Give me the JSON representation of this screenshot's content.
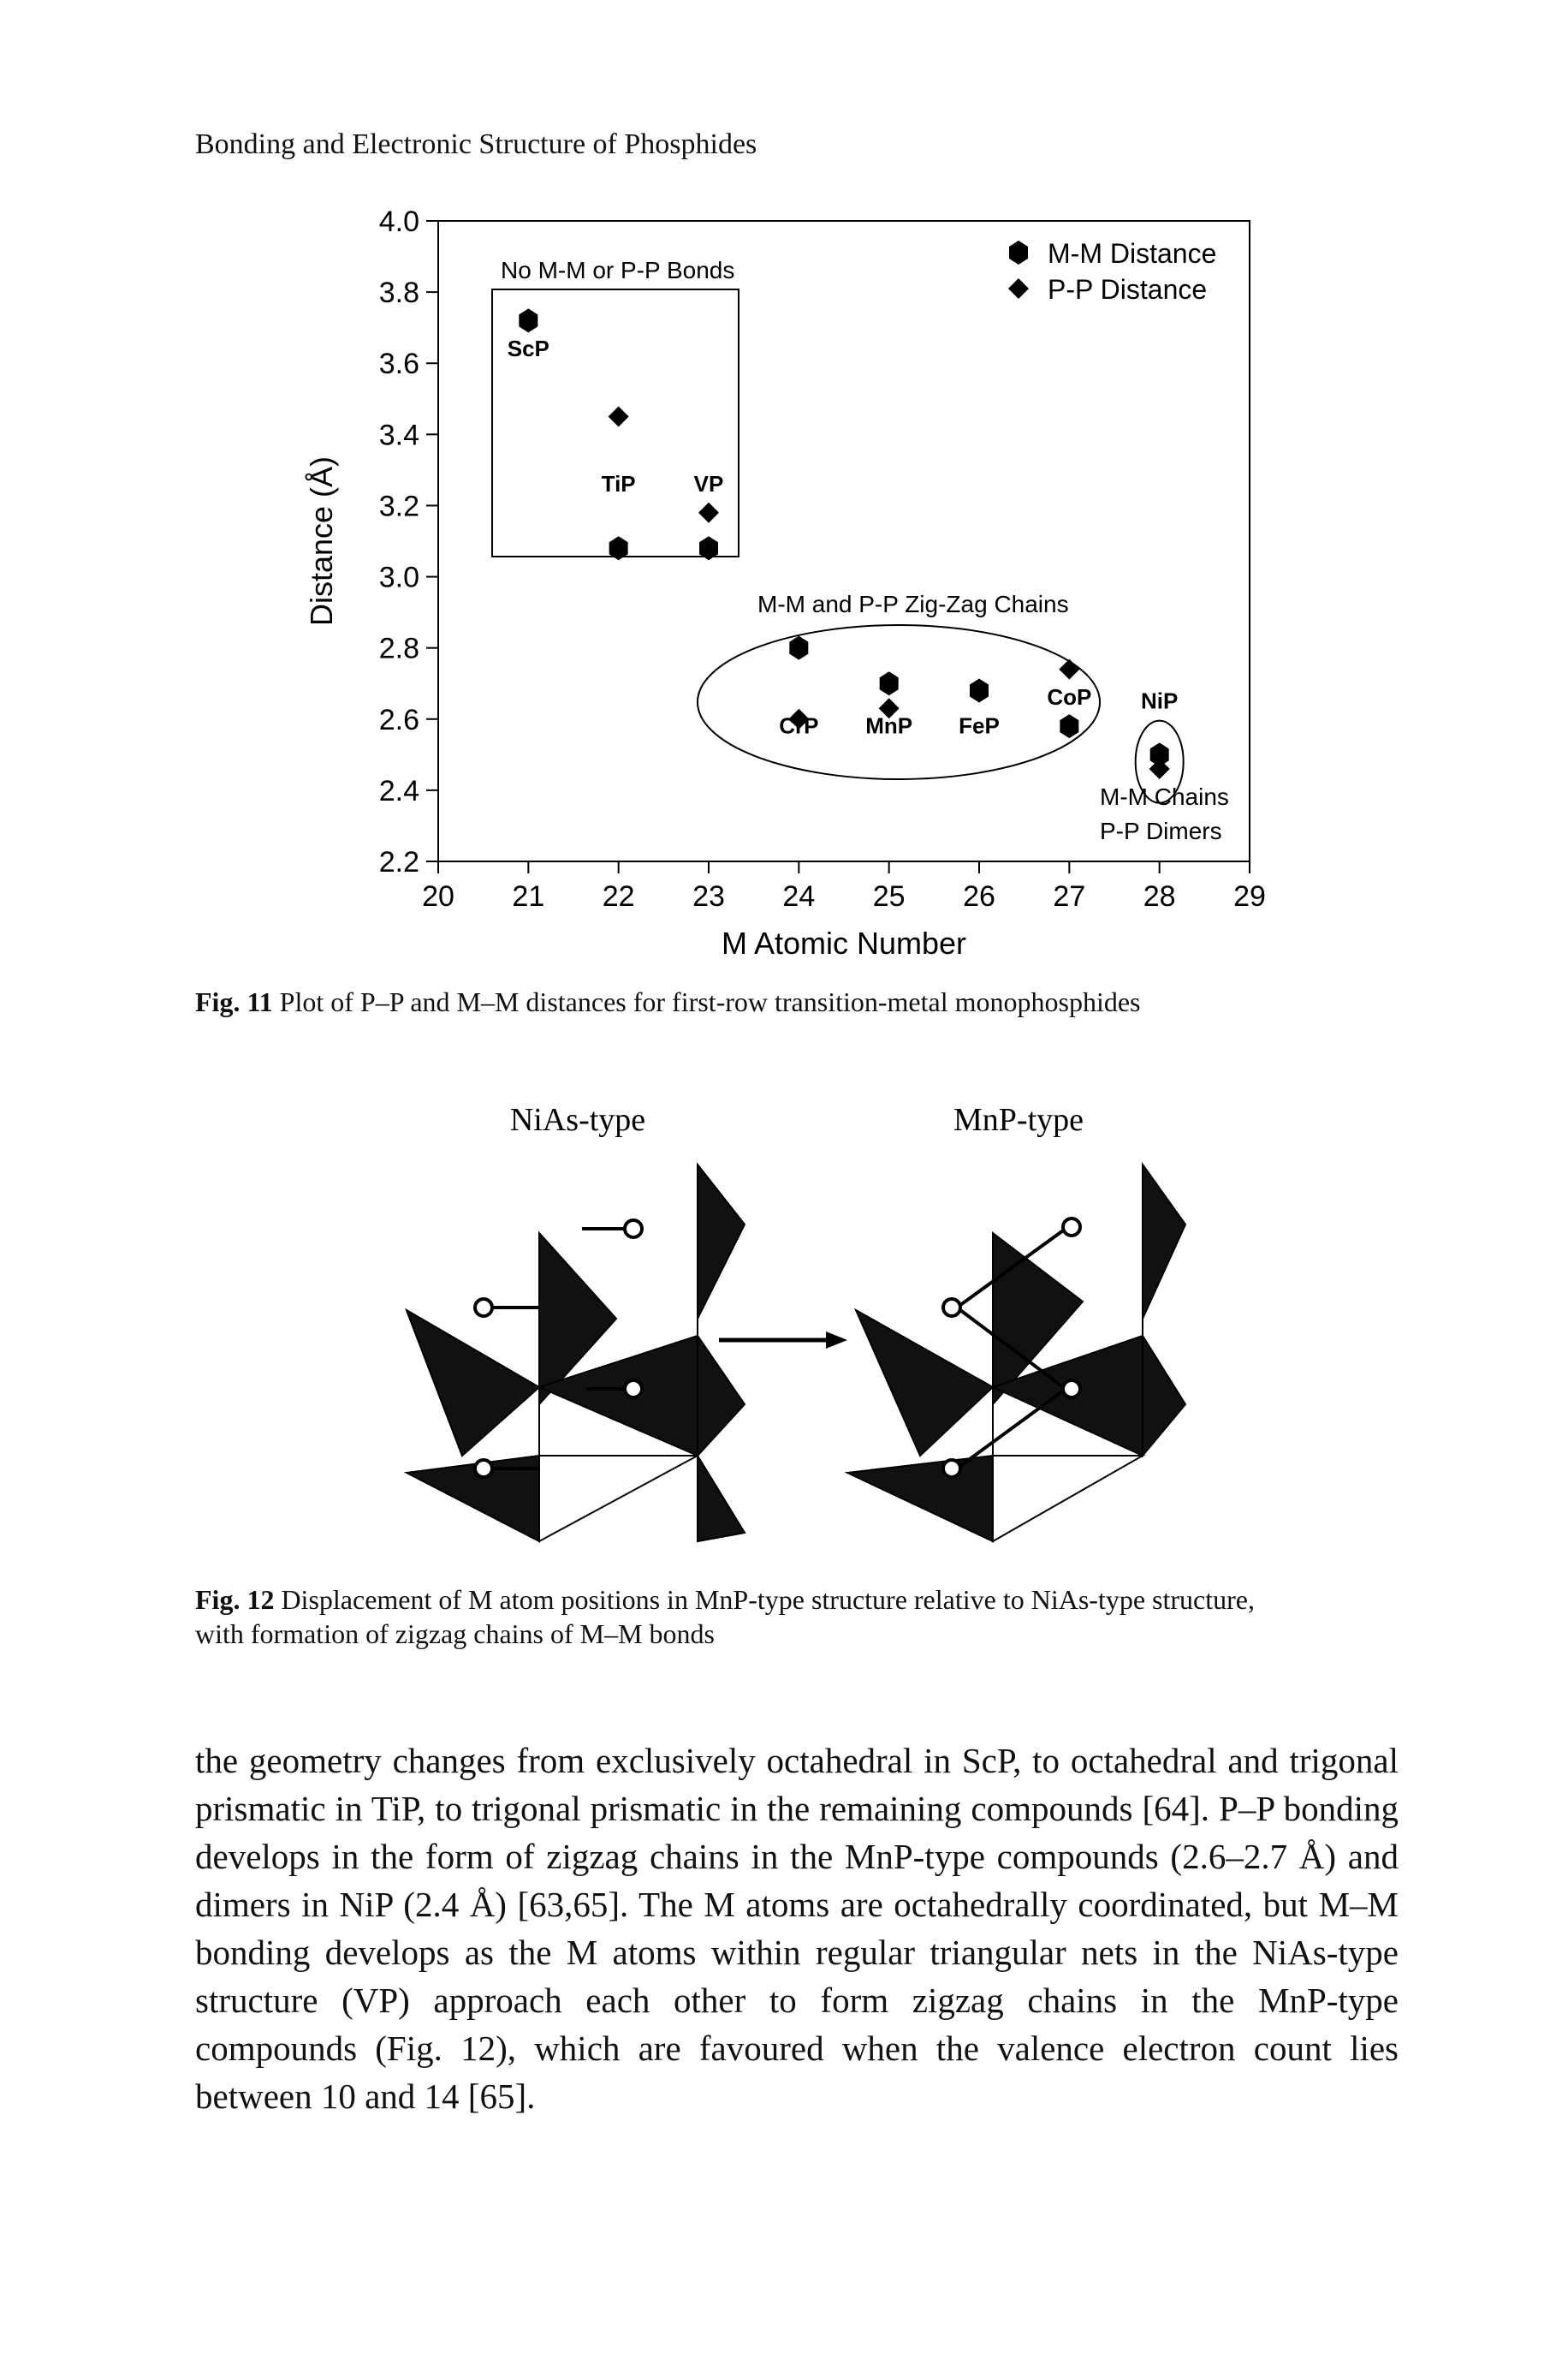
{
  "running_head": "Bonding and Electronic Structure of Phosphides",
  "fig11": {
    "caption_label": "Fig. 11",
    "caption_text": "Plot of P–P and M–M distances for first-row transition-metal monophosphides",
    "chart_data": {
      "type": "scatter",
      "xlabel": "M Atomic Number",
      "ylabel": "Distance (Å)",
      "xlim": [
        20,
        29
      ],
      "ylim": [
        2.2,
        4.0
      ],
      "xticks": [
        "20",
        "21",
        "22",
        "23",
        "24",
        "25",
        "26",
        "27",
        "28",
        "29"
      ],
      "yticks": [
        "2.2",
        "2.4",
        "2.6",
        "2.8",
        "3.0",
        "3.2",
        "3.4",
        "3.6",
        "3.8",
        "4.0"
      ],
      "legend": [
        "M-M Distance",
        "P-P Distance"
      ],
      "legend_position": "top-right",
      "series": [
        {
          "name": "M-M Distance",
          "marker": "hexagon",
          "points": [
            [
              21,
              3.72
            ],
            [
              22,
              3.08
            ],
            [
              23,
              3.08
            ],
            [
              24,
              2.8
            ],
            [
              25,
              2.7
            ],
            [
              26,
              2.68
            ],
            [
              27,
              2.58
            ],
            [
              28,
              2.5
            ]
          ]
        },
        {
          "name": "P-P Distance",
          "marker": "diamond",
          "points": [
            [
              22,
              3.45
            ],
            [
              23,
              3.18
            ],
            [
              24,
              2.6
            ],
            [
              25,
              2.63
            ],
            [
              27,
              2.74
            ],
            [
              28,
              2.46
            ]
          ]
        }
      ],
      "point_labels": [
        {
          "text": "ScP",
          "x": 21,
          "y": 3.62
        },
        {
          "text": "TiP",
          "x": 22,
          "y": 3.24
        },
        {
          "text": "VP",
          "x": 23,
          "y": 3.24
        },
        {
          "text": "CrP",
          "x": 24,
          "y": 2.56
        },
        {
          "text": "MnP",
          "x": 25,
          "y": 2.56
        },
        {
          "text": "FeP",
          "x": 26,
          "y": 2.56
        },
        {
          "text": "CoP",
          "x": 27,
          "y": 2.64
        },
        {
          "text": "NiP",
          "x": 28,
          "y": 2.63
        }
      ],
      "annotations": [
        "No M-M or P-P Bonds",
        "M-M and P-P Zig-Zag Chains",
        "M-M Chains",
        "P-P Dimers"
      ]
    }
  },
  "fig12": {
    "label_left": "NiAs-type",
    "label_right": "MnP-type",
    "caption_label": "Fig. 12",
    "caption_line1": "Displacement of M atom positions in MnP-type structure relative to NiAs-type structure,",
    "caption_line2": "with formation of zigzag chains of M–M bonds"
  },
  "body_text": "the geometry changes from exclusively octahedral in ScP, to octahedral and trigonal prismatic in TiP, to trigonal prismatic in the remaining compounds [64]. P–P bonding develops in the form of zigzag chains in the MnP-type compounds (2.6–2.7 Å) and dimers in NiP (2.4 Å) [63,65]. The M atoms are octahedrally coordinated, but M–M bonding develops as the M atoms within regular triangular nets in the NiAs-type structure (VP) approach each other to form zigzag chains in the MnP-type compounds (Fig. 12), which are favoured when the valence electron count lies between 10 and 14 [65]."
}
